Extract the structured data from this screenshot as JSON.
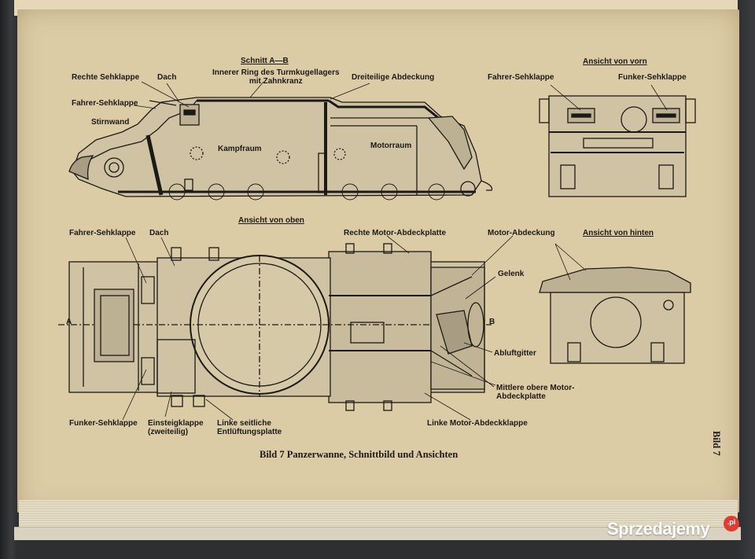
{
  "labels": {
    "schnitt_title": "Schnitt A—B",
    "rechte_sehklappe": "Rechte Sehklappe",
    "dach_top": "Dach",
    "innerer_ring_1": "Innerer Ring des Turmkugellagers",
    "innerer_ring_2": "mit Zahnkranz",
    "dreiteilige": "Dreiteilige Abdeckung",
    "fahrer_sehklappe_side": "Fahrer-Sehklappe",
    "stirnwand": "Stirnwand",
    "kampfraum": "Kampfraum",
    "motorraum": "Motorraum",
    "ansicht_vorn": "Ansicht von vorn",
    "fahrer_sehklappe_front": "Fahrer-Sehklappe",
    "funker_sehklappe_front": "Funker-Sehklappe",
    "ansicht_oben": "Ansicht von oben",
    "fahrer_sehklappe_top": "Fahrer-Sehklappe",
    "dach_plan": "Dach",
    "rechte_motor": "Rechte Motor-Abdeckplatte",
    "motor_abdeckung": "Motor-Abdeckung",
    "ansicht_hinten": "Ansicht von hinten",
    "gelenk": "Gelenk",
    "a_mark": "A",
    "b_mark": "B",
    "abluftgitter": "Abluftgitter",
    "mittlere_1": "Mittlere obere Motor-",
    "mittlere_2": "Abdeckplatte",
    "funker_sehklappe_plan": "Funker-Sehklappe",
    "einsteig_1": "Einsteigklappe",
    "einsteig_2": "(zweiteilig)",
    "linke_seitl_1": "Linke seitliche",
    "linke_seitl_2": "Entlüftungsplatte",
    "linke_motor_klappe": "Linke Motor-Abdeckklappe"
  },
  "caption": "Bild 7   Panzerwanne, Schnittbild und Ansichten",
  "side_tag": "Bild 7",
  "watermark": {
    "text": "Sprzedajemy",
    "badge": ".pl"
  },
  "colors": {
    "paper": "#dccca6",
    "ink": "#1c1a16",
    "steel": "#8f887a",
    "watermark_red": "#e23c30"
  }
}
